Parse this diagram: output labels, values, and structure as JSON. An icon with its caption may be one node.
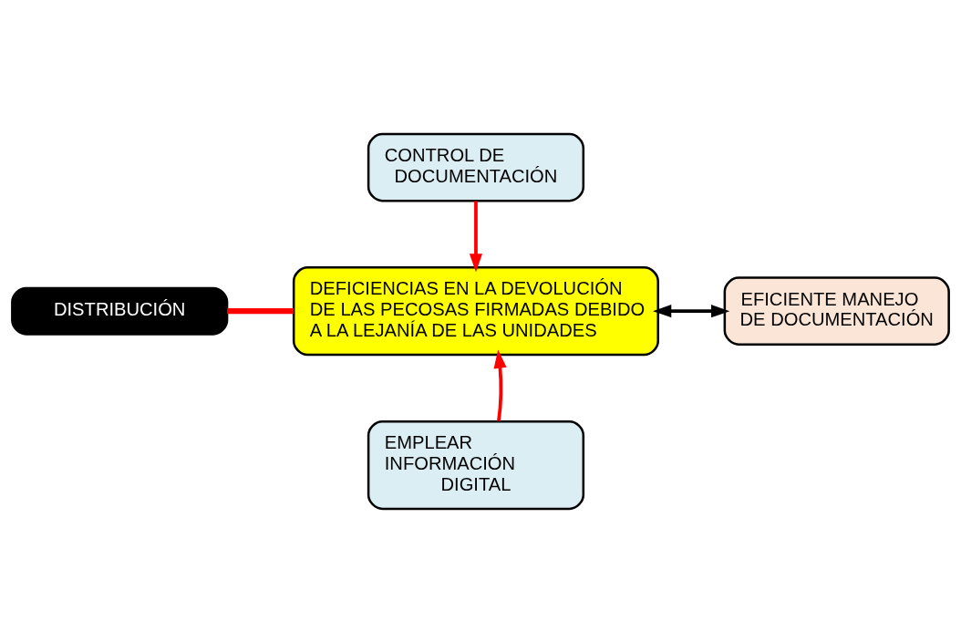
{
  "diagram": {
    "nodes": [
      {
        "text": [
          "CONTROL DE DOCUMENTACIÓN"
        ]
      },
      {
        "text": [
          "DISTRIBUCIÓN"
        ]
      },
      {
        "text": [
          "DEFICIENCIAS EN LA DEVOLUCIÓN DE LAS PECOSAS FIRMADAS DEBIDO A LA LEJANÍA DE LAS UNIDADES"
        ]
      },
      {
        "text": [
          "EFICIENTE MANEJO DE DOCUMENTACIÓN"
        ]
      },
      {
        "text": [
          "EMPLEAR INFORMACIÓN DIGITAL"
        ]
      }
    ],
    "edges": [
      {
        "from": 0,
        "to": 2,
        "arrow": "to"
      },
      {
        "from": 1,
        "to": 2,
        "arrow": "none"
      },
      {
        "from": 2,
        "to": 3,
        "arrow": "both",
        "color": "#000000"
      },
      {
        "from": 4,
        "to": 2,
        "arrow": "to"
      }
    ]
  }
}
